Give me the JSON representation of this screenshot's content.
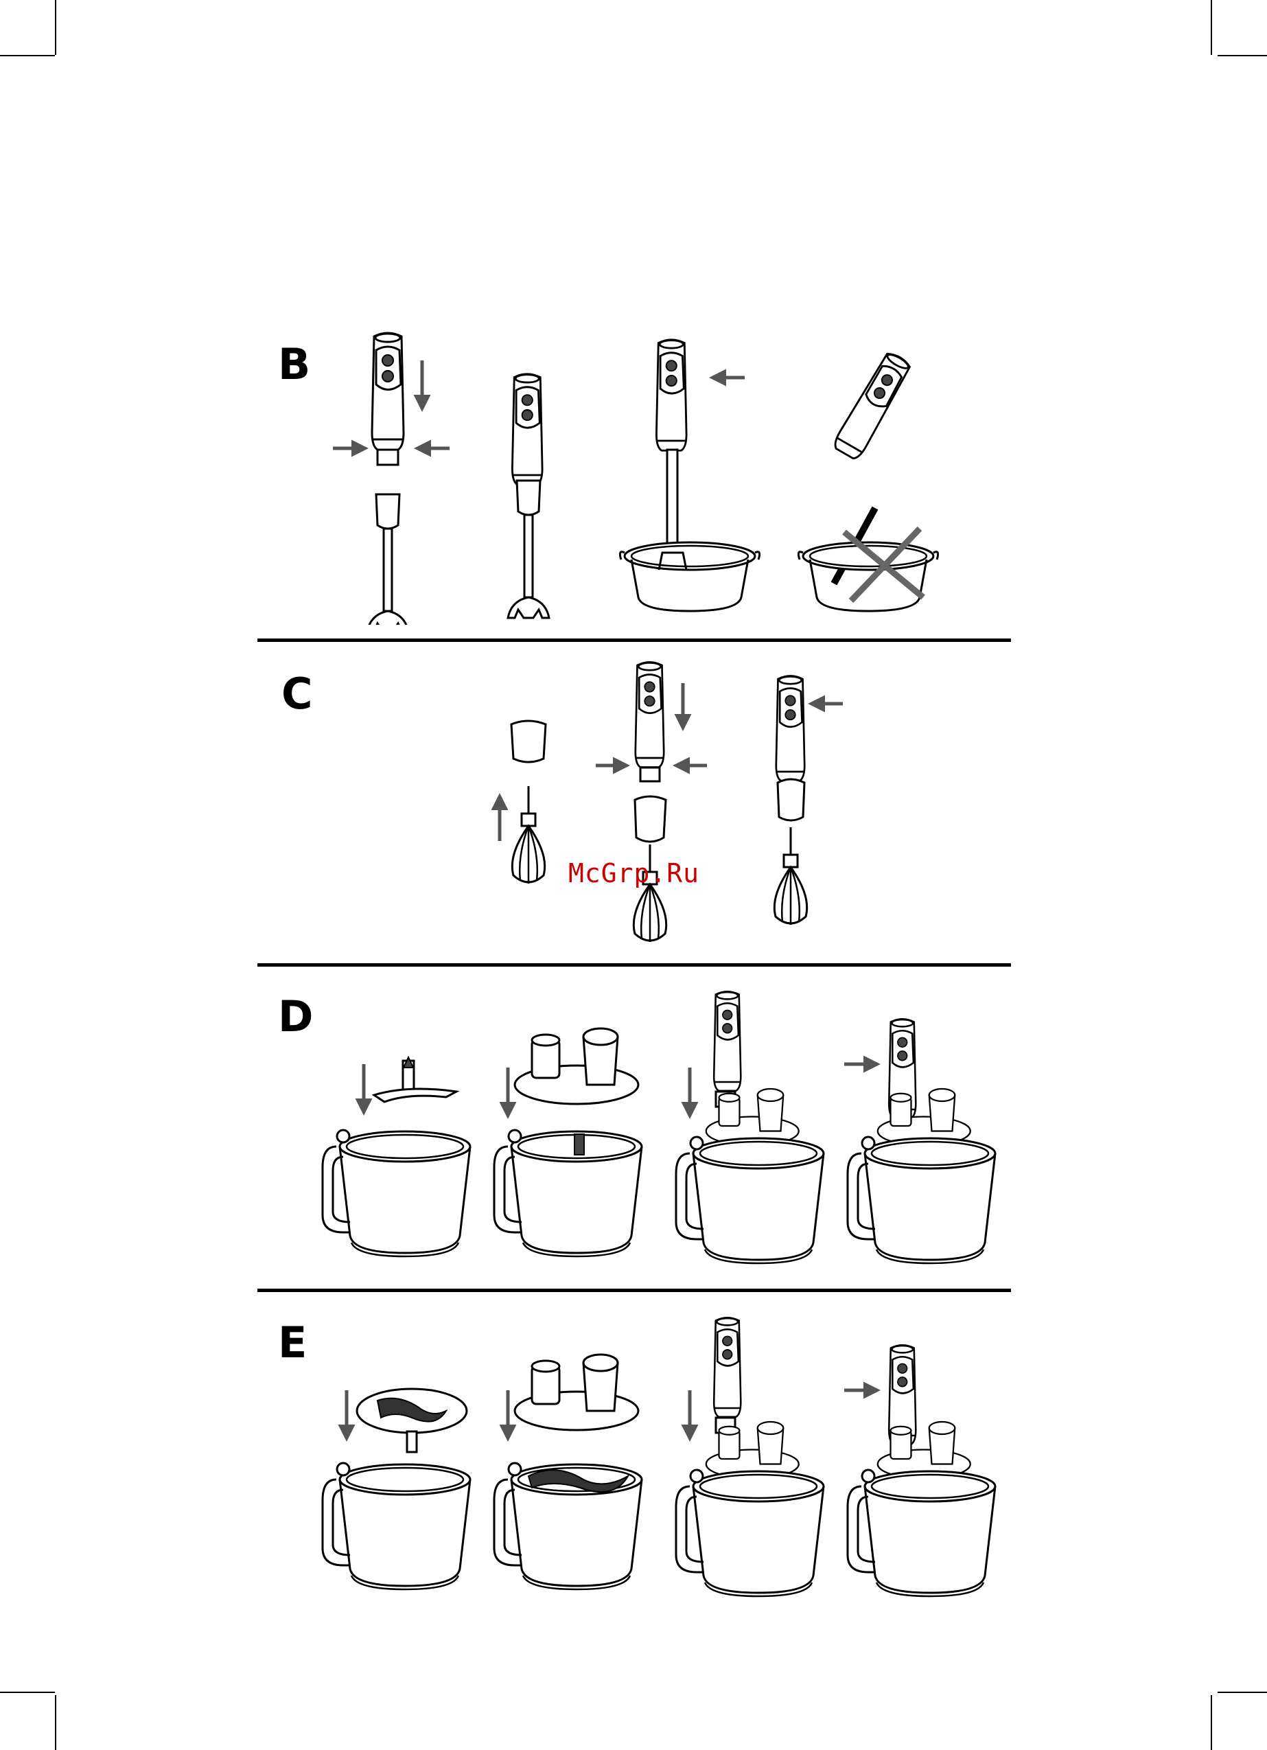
{
  "sections": [
    {
      "letter": "B"
    },
    {
      "letter": "C"
    },
    {
      "letter": "D"
    },
    {
      "letter": "E"
    }
  ],
  "watermark": "McGrp.Ru",
  "colors": {
    "line": "#000000",
    "arrow": "#555555",
    "cross": "#666666",
    "watermark": "#cc0000"
  }
}
